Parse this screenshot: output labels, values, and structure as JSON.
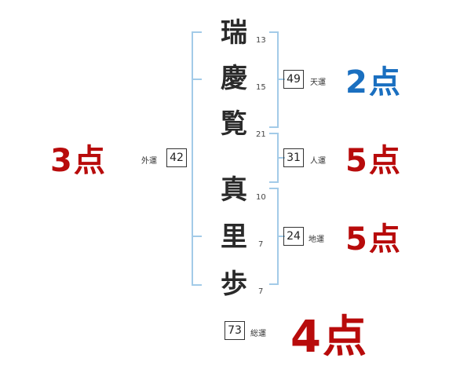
{
  "characters": [
    {
      "char": "瑞",
      "strokes": "13"
    },
    {
      "char": "慶",
      "strokes": "15"
    },
    {
      "char": "覧",
      "strokes": "21"
    },
    {
      "char": "真",
      "strokes": "10"
    },
    {
      "char": "里",
      "strokes": "7"
    },
    {
      "char": "歩",
      "strokes": "7"
    }
  ],
  "fortunes": {
    "ten": {
      "label": "天運",
      "value": "49",
      "score": "2点"
    },
    "jin": {
      "label": "人運",
      "value": "31",
      "score": "5点"
    },
    "chi": {
      "label": "地運",
      "value": "24",
      "score": "5点"
    },
    "gai": {
      "label": "外運",
      "value": "42",
      "score": "3点"
    },
    "sou": {
      "label": "総運",
      "value": "73",
      "score": "4点"
    }
  },
  "colors": {
    "blue": "#1a6fc0",
    "red": "#b80b0b",
    "bracket": "#a3cbe8"
  }
}
